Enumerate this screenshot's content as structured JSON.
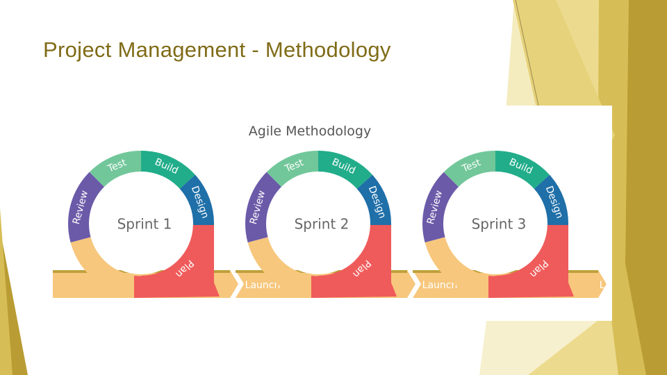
{
  "slide": {
    "title": "Project Management - Methodology"
  },
  "diagram": {
    "title": "Agile Methodology",
    "phases": [
      "Test",
      "Build",
      "Design",
      "Plan",
      "Launch",
      "Review"
    ],
    "sprints": [
      {
        "label": "Sprint 1"
      },
      {
        "label": "Sprint 2"
      },
      {
        "label": "Sprint 3"
      }
    ],
    "colors": {
      "test": "#72c79a",
      "build": "#22ad8a",
      "design": "#1f6fa8",
      "plan": "#ef5b5b",
      "review": "#6b5aa8",
      "launch": "#f7c77d",
      "inner_text": "#666666",
      "accent_gold": "#bfa03a"
    }
  }
}
